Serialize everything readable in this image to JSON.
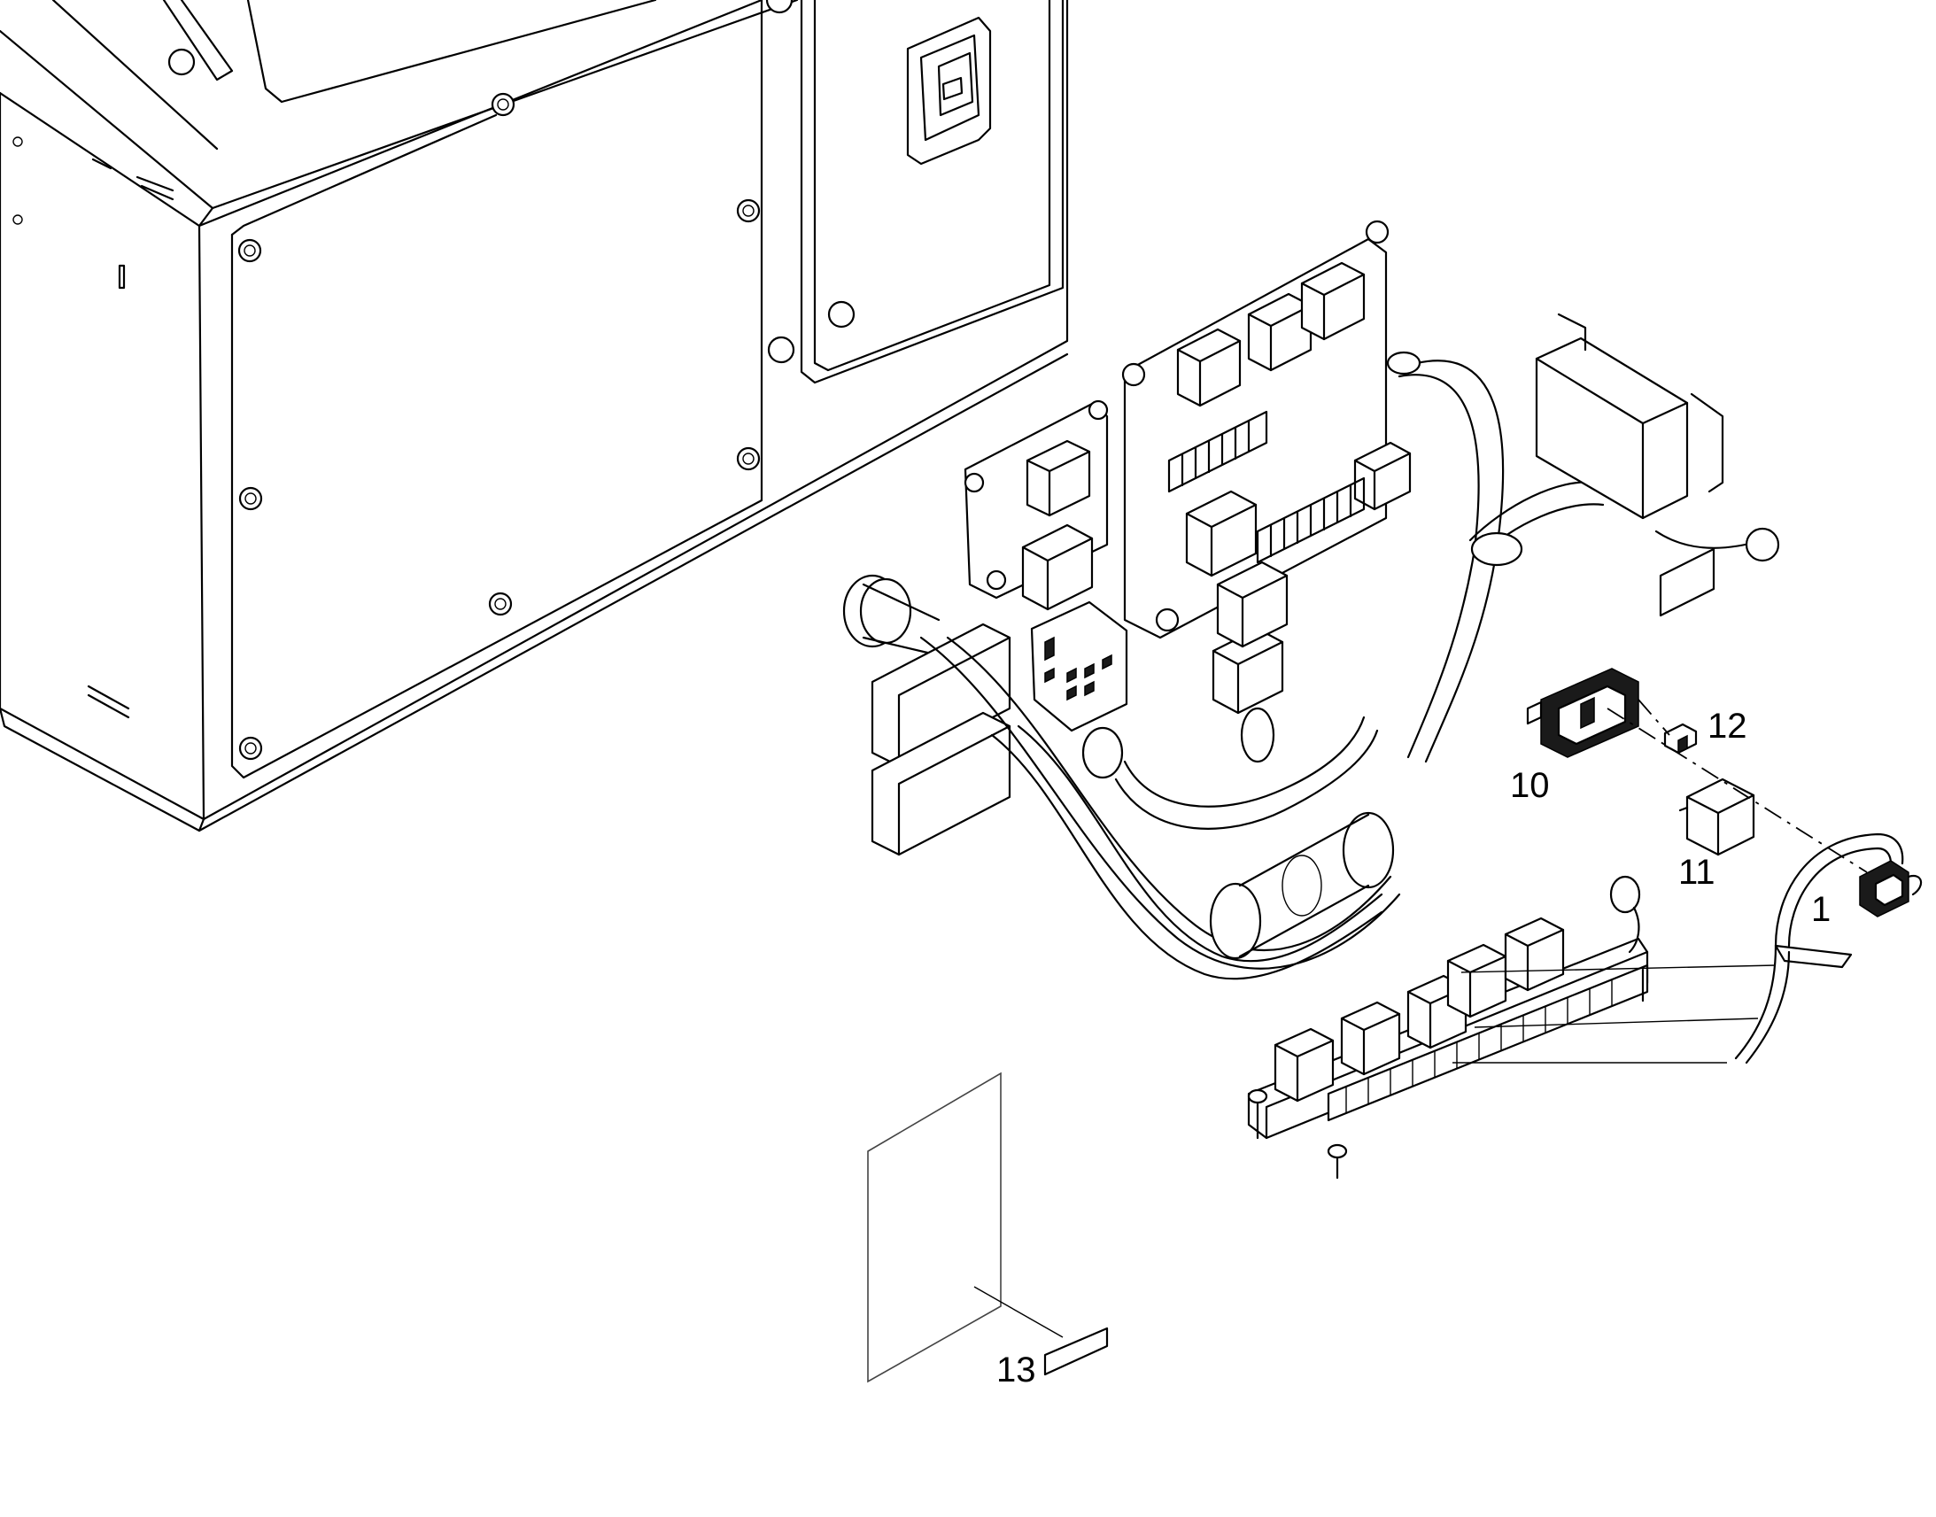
{
  "diagram": {
    "callouts": [
      {
        "id": "1",
        "text": "1"
      },
      {
        "id": "10",
        "text": "10"
      },
      {
        "id": "11",
        "text": "11"
      },
      {
        "id": "12",
        "text": "12"
      },
      {
        "id": "13",
        "text": "13"
      }
    ]
  }
}
